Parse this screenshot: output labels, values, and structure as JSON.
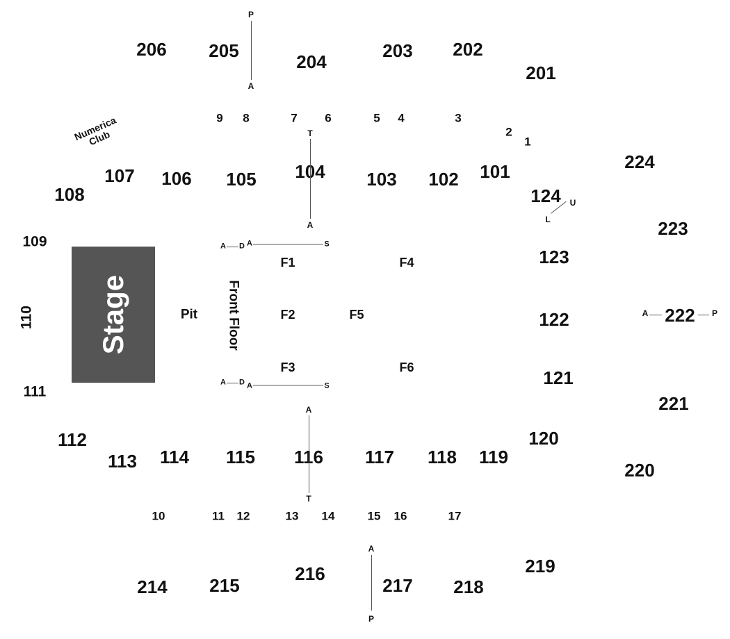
{
  "stage_label": "Stage",
  "pit_label": "Pit",
  "front_floor_label": "Front Floor",
  "club_label": [
    "Numerica",
    "Club"
  ],
  "floor_sections": {
    "f1": "F1",
    "f2": "F2",
    "f3": "F3",
    "f4": "F4",
    "f5": "F5",
    "f6": "F6"
  },
  "sections_100": {
    "s101": "101",
    "s102": "102",
    "s103": "103",
    "s104": "104",
    "s105": "105",
    "s106": "106",
    "s107": "107",
    "s108": "108",
    "s109": "109",
    "s110": "110",
    "s111": "111",
    "s112": "112",
    "s113": "113",
    "s114": "114",
    "s115": "115",
    "s116": "116",
    "s117": "117",
    "s118": "118",
    "s119": "119",
    "s120": "120",
    "s121": "121",
    "s122": "122",
    "s123": "123",
    "s124": "124"
  },
  "sections_200": {
    "s201": "201",
    "s202": "202",
    "s203": "203",
    "s204": "204",
    "s205": "205",
    "s206": "206",
    "s214": "214",
    "s215": "215",
    "s216": "216",
    "s217": "217",
    "s218": "218",
    "s219": "219",
    "s220": "220",
    "s221": "221",
    "s222": "222",
    "s223": "223",
    "s224": "224"
  },
  "suites": {
    "n1": "1",
    "n2": "2",
    "n3": "3",
    "n4": "4",
    "n5": "5",
    "n6": "6",
    "n7": "7",
    "n8": "8",
    "n9": "9",
    "n10": "10",
    "n11": "11",
    "n12": "12",
    "n13": "13",
    "n14": "14",
    "n15": "15",
    "n16": "16",
    "n17": "17"
  },
  "markers": {
    "p": "P",
    "a": "A",
    "t": "T",
    "d": "D",
    "s": "S",
    "u": "U",
    "l": "L"
  },
  "colors": {
    "stage": "#555555",
    "stage_text": "#ffffff",
    "label": "#111111",
    "line": "#555555",
    "background": "#ffffff"
  }
}
